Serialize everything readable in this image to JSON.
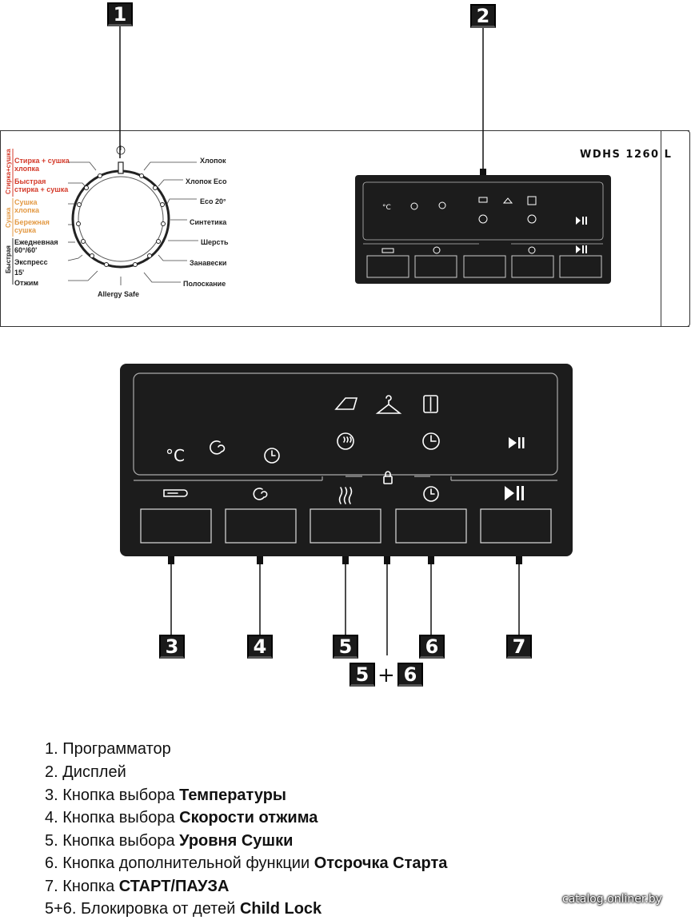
{
  "callouts": {
    "n1": "1",
    "n2": "2",
    "n3": "3",
    "n4": "4",
    "n5": "5",
    "n6": "6",
    "n7": "7",
    "combo_a": "5",
    "combo_plus": "+",
    "combo_b": "6"
  },
  "machine": {
    "model": "WDHS 1260 L",
    "side_labels": {
      "wash_dry": "Стирка+сушка",
      "dry": "Сушка",
      "quick": "Быстрая"
    },
    "programs_left": [
      {
        "text": "Стирка + сушка",
        "color": "red"
      },
      {
        "text": "хлопка",
        "color": "red"
      },
      {
        "text": "Быстрая",
        "color": "red"
      },
      {
        "text": "стирка + сушка",
        "color": "red"
      },
      {
        "text": "Сушка",
        "color": "orange"
      },
      {
        "text": "хлопка",
        "color": "orange"
      },
      {
        "text": "Бережная",
        "color": "orange"
      },
      {
        "text": "сушка",
        "color": "orange"
      },
      {
        "text": "Ежедневная",
        "color": "dark"
      },
      {
        "text": "60°/60'",
        "color": "dark"
      },
      {
        "text": "Экспресс",
        "color": "dark"
      },
      {
        "text": "15'",
        "color": "dark"
      },
      {
        "text": "Отжим",
        "color": "dark"
      }
    ],
    "programs_right": [
      "Хлопок",
      "Хлопок Eco",
      "Eco 20°",
      "Синтетика",
      "Шерсть",
      "Занавески",
      "Полоскание"
    ],
    "program_bottom": "Allergy Safe"
  },
  "display": {
    "temp_symbol": "°C"
  },
  "legend": [
    {
      "plain": "1. Программатор",
      "bold": ""
    },
    {
      "plain": "2. Дисплей",
      "bold": ""
    },
    {
      "plain": "3. Кнопка выбора ",
      "bold": "Температуры"
    },
    {
      "plain": "4. Кнопка выбора ",
      "bold": "Скорости отжима"
    },
    {
      "plain": "5. Кнопка выбора ",
      "bold": "Уровня Сушки"
    },
    {
      "plain": "6. Кнопка дополнительной функции ",
      "bold": "Отсрочка Старта"
    },
    {
      "plain": "7. Кнопка ",
      "bold": "СТАРТ/ПАУЗА"
    },
    {
      "plain": "5+6. Блокировка от детей ",
      "bold": "Child Lock"
    }
  ],
  "watermark": "catalog.onliner.by",
  "icons": [
    "thermometer-icon",
    "spin-icon",
    "drying-icon",
    "timer-icon",
    "start-pause-icon",
    "lock-icon",
    "iron-icon",
    "hanger-icon",
    "cupboard-icon",
    "dry-level-icon",
    "clock-icon"
  ]
}
